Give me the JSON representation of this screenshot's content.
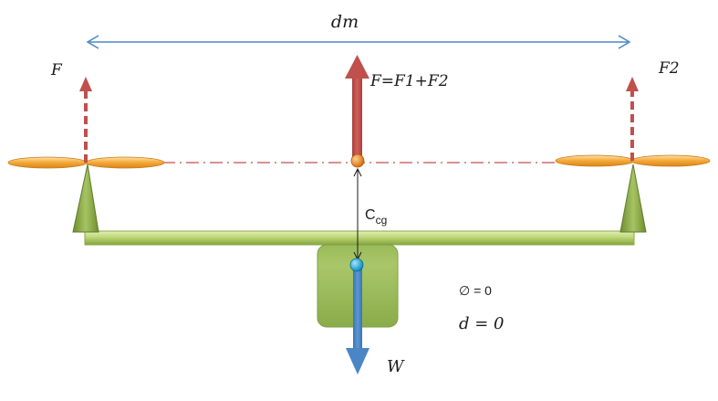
{
  "labels": {
    "distance": "dm",
    "left_thrust": "F",
    "right_thrust": "F2",
    "total_thrust": "F=F1+F2",
    "cg_offset_main": "C",
    "cg_offset_sub": "cg",
    "weight": "W",
    "angle_condition": "∅ = 0",
    "distance_condition": "d = 0"
  },
  "colors": {
    "distance_arrow": "#4a86c5",
    "thrust_arrow": "#c0504d",
    "weight_arrow": "#4a86c5",
    "frame_green": "#9bbb59",
    "propeller_orange": "#f4a836",
    "cg_orange": "#e07b18",
    "center_blue": "#1aa7d8"
  }
}
